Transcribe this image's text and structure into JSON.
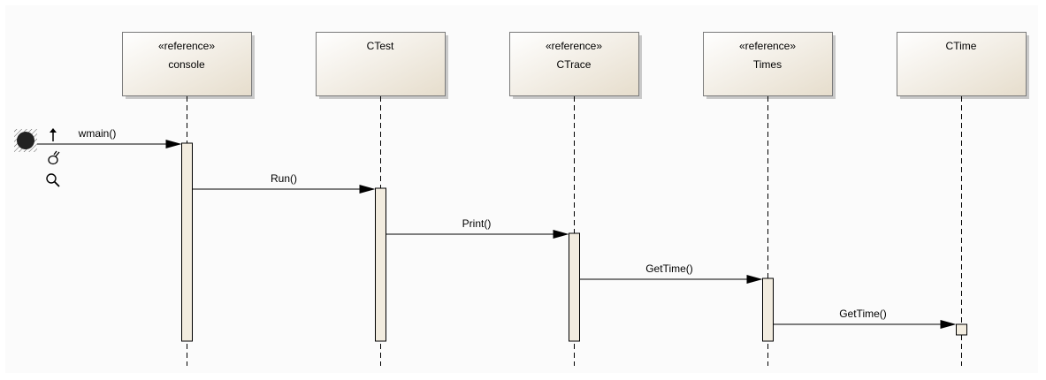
{
  "diagram": {
    "lifelines": [
      {
        "stereotype": "«reference»",
        "name": "console"
      },
      {
        "stereotype": "",
        "name": "CTest"
      },
      {
        "stereotype": "«reference»",
        "name": "CTrace"
      },
      {
        "stereotype": "«reference»",
        "name": "Times"
      },
      {
        "stereotype": "",
        "name": "CTime"
      }
    ],
    "messages": [
      {
        "label": "wmain()",
        "from": "start",
        "to": "console"
      },
      {
        "label": "Run()",
        "from": "console",
        "to": "CTest"
      },
      {
        "label": "Print()",
        "from": "CTest",
        "to": "CTrace"
      },
      {
        "label": "GetTime()",
        "from": "CTrace",
        "to": "Times"
      },
      {
        "label": "GetTime()",
        "from": "Times",
        "to": "CTime"
      }
    ]
  },
  "toolbar": {
    "icons": [
      "up-arrow-icon",
      "cursor-hand-icon",
      "magnifier-icon"
    ]
  },
  "colors": {
    "box_top": "#ffffff",
    "box_bottom": "#e8e0d0",
    "box_border": "#7a7a7a",
    "line": "#000000"
  }
}
